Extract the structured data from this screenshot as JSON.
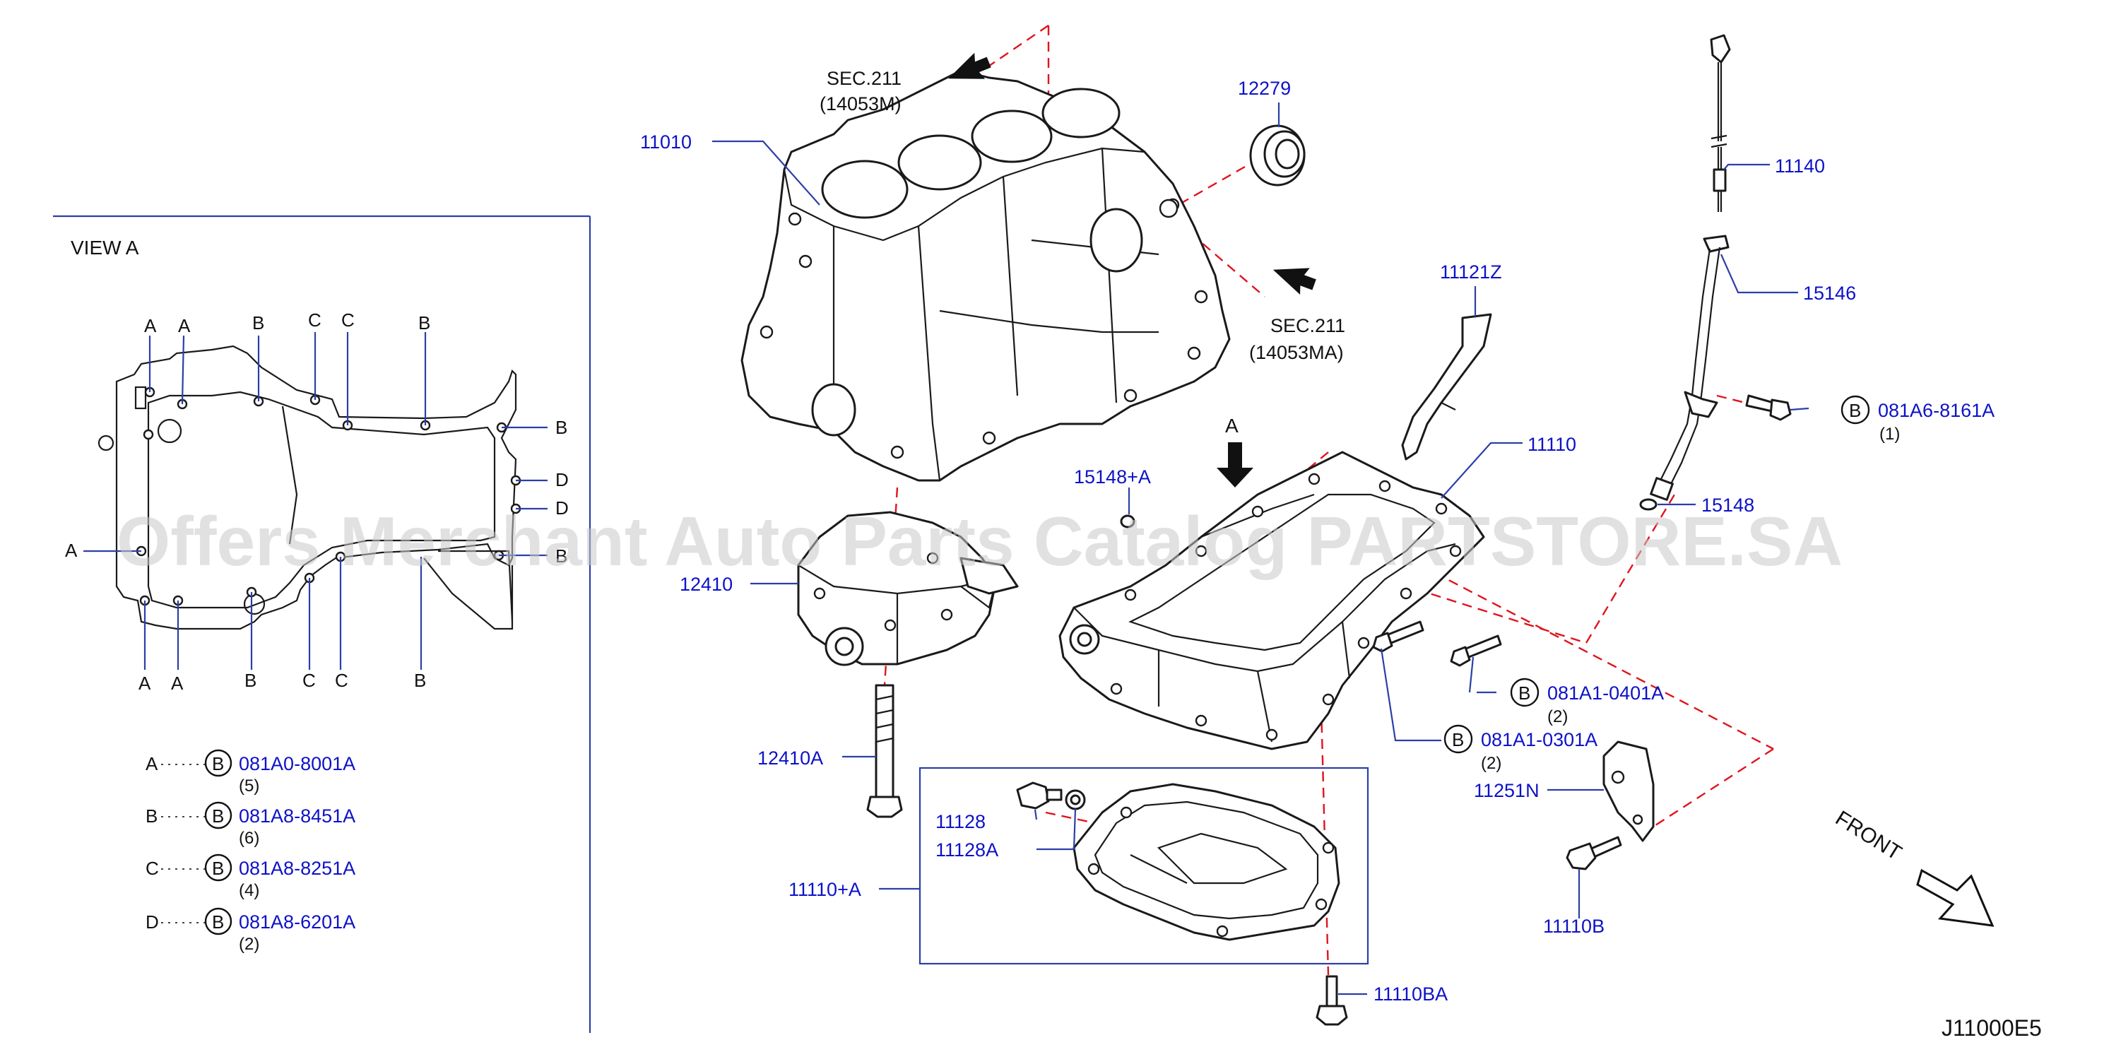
{
  "diagram": {
    "drawing_code": "J11000E5",
    "watermark": "Offers Merchant Auto Parts Catalog PARTSTORE.SA",
    "front_label": "FRONT",
    "view_arrow_label": "A",
    "colors": {
      "part_numbers": "#0d12c8",
      "dashed_refs": "#e0141e",
      "leaders": "#2b3fa8",
      "outline": "#1a1a1a"
    },
    "sec_refs": [
      {
        "line1": "SEC.211",
        "line2": "(14053M)"
      },
      {
        "line1": "SEC.211",
        "line2": "(14053MA)"
      }
    ],
    "parts": [
      {
        "number": "11010"
      },
      {
        "number": "12279"
      },
      {
        "number": "11140"
      },
      {
        "number": "15146"
      },
      {
        "number": "11121Z"
      },
      {
        "number": "11110"
      },
      {
        "number": "15148+A"
      },
      {
        "number": "15148"
      },
      {
        "number": "12410"
      },
      {
        "number": "12410A"
      },
      {
        "number": "11128"
      },
      {
        "number": "11128A"
      },
      {
        "number": "11110+A"
      },
      {
        "number": "11251N"
      },
      {
        "number": "11110B"
      },
      {
        "number": "11110BA"
      }
    ],
    "bolt_callouts": [
      {
        "symbol": "B",
        "number": "081A6-8161A",
        "qty": "(1)"
      },
      {
        "symbol": "B",
        "number": "081A1-0401A",
        "qty": "(2)"
      },
      {
        "symbol": "B",
        "number": "081A1-0301A",
        "qty": "(2)"
      }
    ],
    "view_a": {
      "title": "VIEW   A",
      "top_letters": [
        "A",
        "A",
        "B",
        "C",
        "C",
        "B"
      ],
      "right_letters": [
        "B",
        "D",
        "D",
        "B"
      ],
      "left_letter": "A",
      "bottom_letters": [
        "A",
        "A",
        "B",
        "C",
        "C",
        "B"
      ],
      "legend": [
        {
          "key": "A",
          "symbol": "B",
          "number": "081A0-8001A",
          "qty": "(5)"
        },
        {
          "key": "B",
          "symbol": "B",
          "number": "081A8-8451A",
          "qty": "(6)"
        },
        {
          "key": "C",
          "symbol": "B",
          "number": "081A8-8251A",
          "qty": "(4)"
        },
        {
          "key": "D",
          "symbol": "B",
          "number": "081A8-6201A",
          "qty": "(2)"
        }
      ]
    }
  }
}
